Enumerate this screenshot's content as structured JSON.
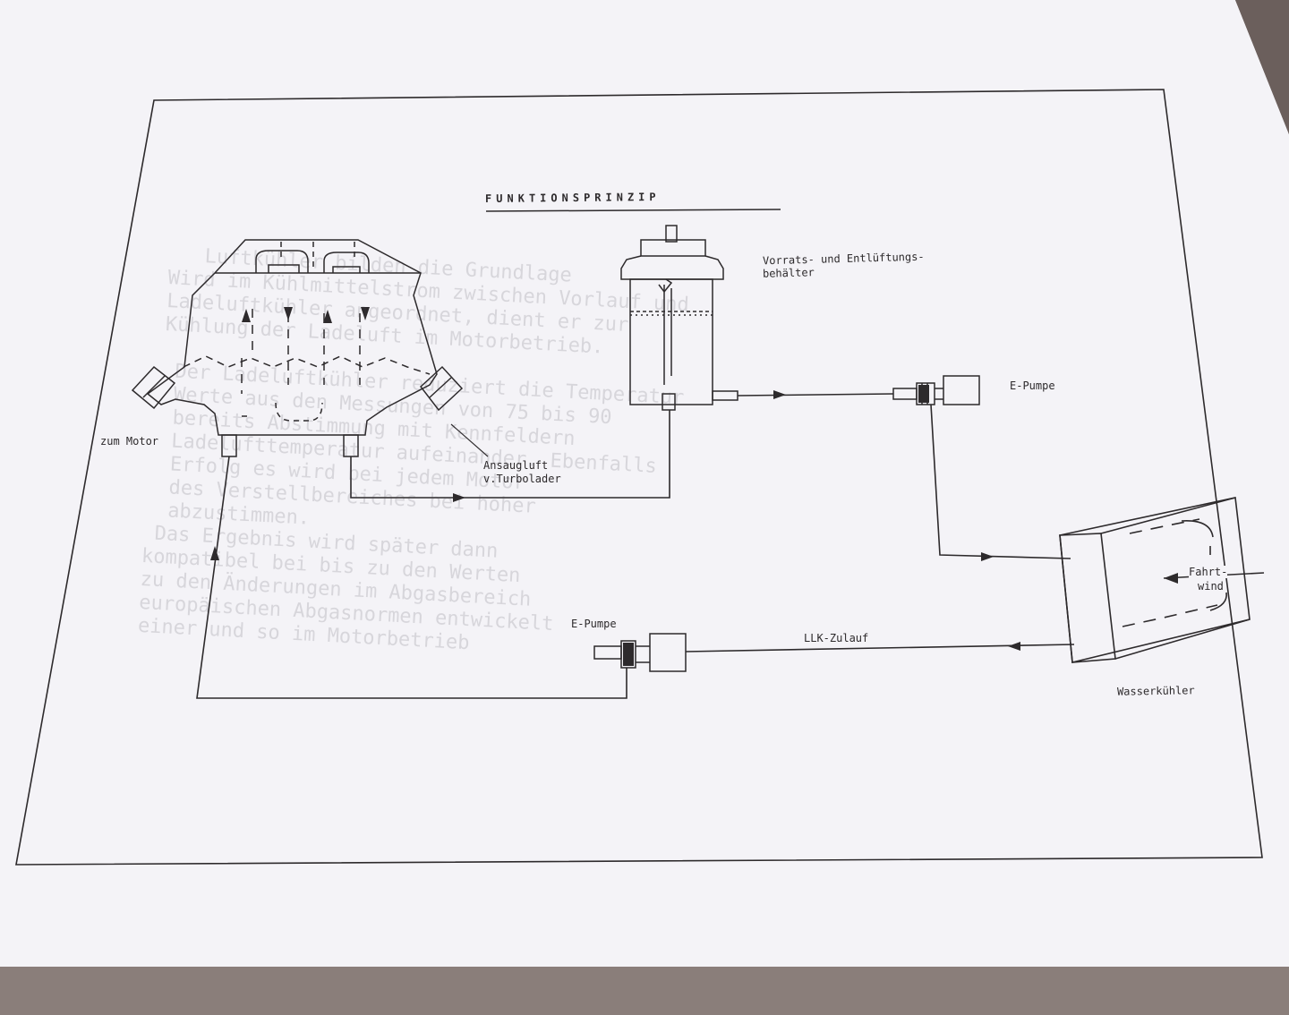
{
  "diagram": {
    "title": "FUNKTIONSPRINZIP",
    "labels": {
      "motor": "zum Motor",
      "ansaug_line1": "Ansaugluft",
      "ansaug_line2": "v.Turbolader",
      "vorrats_line1": "Vorrats- und Entlüftungs-",
      "vorrats_line2": "behälter",
      "epumpe_top": "E-Pumpe",
      "epumpe_bottom": "E-Pumpe",
      "llk_zulauf": "LLK-Zulauf",
      "wasserkuehler": "Wasserkühler",
      "fahrtwind_line1": "Fahrt-",
      "fahrtwind_line2": "wind"
    }
  },
  "colors": {
    "paper": "#f4f3f7",
    "ink": "#2d2a2c"
  }
}
